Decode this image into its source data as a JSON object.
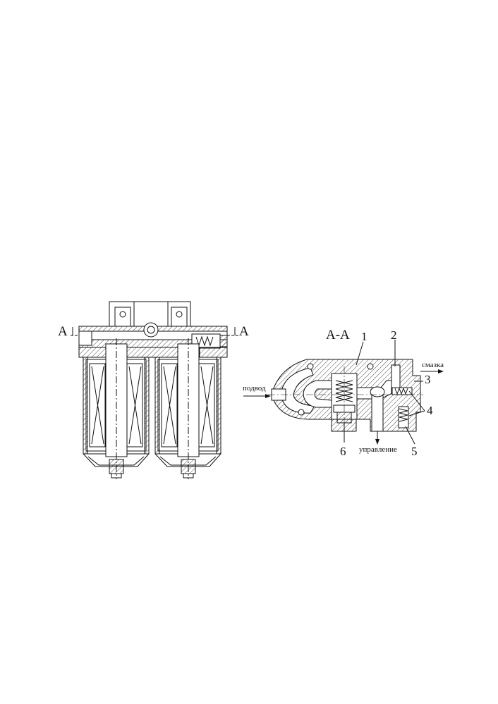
{
  "left_view": {
    "section_mark_left": "A",
    "section_mark_right": "A"
  },
  "section_view": {
    "title": "А-А",
    "callouts": [
      "1",
      "2",
      "3",
      "4",
      "5",
      "6"
    ],
    "labels": {
      "inlet": "подвод",
      "lubrication": "смазка",
      "control": "управление"
    }
  }
}
